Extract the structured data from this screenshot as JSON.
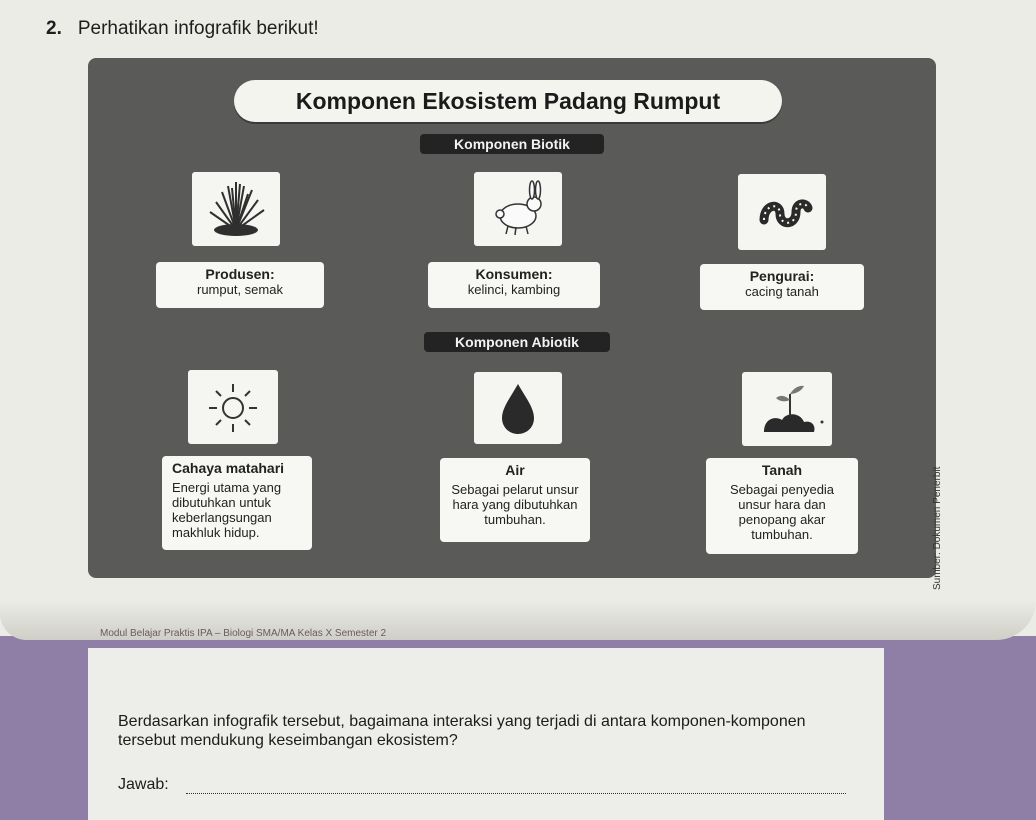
{
  "question": {
    "number": "2.",
    "text": "Perhatikan infografik berikut!"
  },
  "infographic": {
    "title": "Komponen Ekosistem Padang Rumput",
    "biotic_header": "Komponen Biotik",
    "abiotic_header": "Komponen Abiotik",
    "biotic": [
      {
        "icon": "grass-icon",
        "title": "Produsen:",
        "text": "rumput, semak"
      },
      {
        "icon": "rabbit-icon",
        "title": "Konsumen:",
        "text": "kelinci, kambing"
      },
      {
        "icon": "worm-icon",
        "title": "Pengurai:",
        "text": "cacing tanah"
      }
    ],
    "abiotic": [
      {
        "icon": "sun-icon",
        "title": "Cahaya matahari",
        "text": [
          "Energi utama yang",
          "dibutuhkan untuk",
          "keberlangsungan",
          "makhluk hidup."
        ]
      },
      {
        "icon": "water-drop-icon",
        "title": "Air",
        "text": [
          "Sebagai pelarut unsur",
          "hara yang dibutuhkan",
          "tumbuhan."
        ]
      },
      {
        "icon": "soil-sprout-icon",
        "title": "Tanah",
        "text": [
          "Sebagai penyedia",
          "unsur hara dan",
          "penopang akar",
          "tumbuhan."
        ]
      }
    ],
    "credit": "Sumber: Dokumen Penerbit"
  },
  "footer": "Modul Belajar Praktis IPA – Biologi SMA/MA Kelas X Semester 2",
  "bottom": {
    "question": "Berdasarkan infografik tersebut, bagaimana interaksi yang terjadi di antara komponen-komponen tersebut mendukung keseimbangan ekosistem?",
    "answer_label": "Jawab:"
  },
  "colors": {
    "panel": "#5a5a58",
    "pill": "#232323",
    "paper": "#ecece6",
    "background": "#8f7fa6"
  }
}
